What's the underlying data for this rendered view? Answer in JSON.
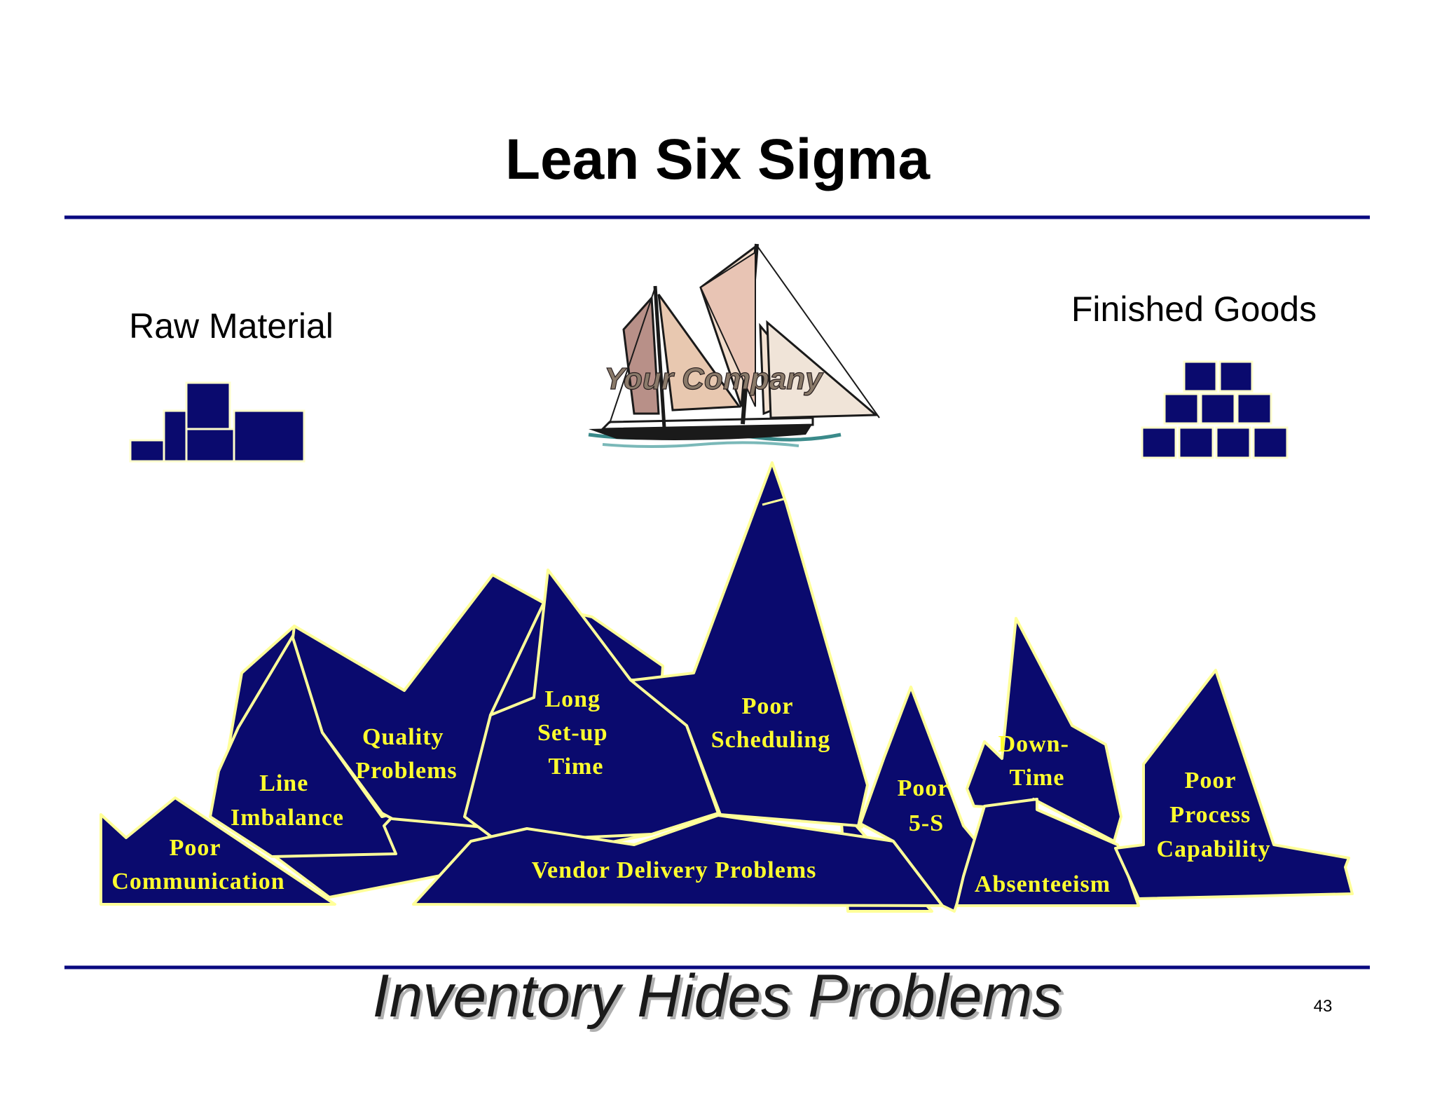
{
  "slide": {
    "title": "Lean Six Sigma",
    "left_label": "Raw Material",
    "right_label": "Finished Goods",
    "ship_label": "Your Company",
    "footer": "Inventory Hides Problems",
    "page_number": "43"
  },
  "rocks": [
    {
      "id": "poor-communication",
      "lines": [
        "Poor",
        "Communication"
      ]
    },
    {
      "id": "line-imbalance",
      "lines": [
        "Line",
        "Imbalance"
      ]
    },
    {
      "id": "quality-problems",
      "lines": [
        "Quality",
        "Problems"
      ]
    },
    {
      "id": "long-setup-time",
      "lines": [
        "Long",
        "Set-up",
        "Time"
      ]
    },
    {
      "id": "poor-scheduling",
      "lines": [
        "Poor",
        "Scheduling"
      ]
    },
    {
      "id": "vendor-delivery-problems",
      "lines": [
        "Vendor Delivery Problems"
      ]
    },
    {
      "id": "poor-5s",
      "lines": [
        "Poor",
        "5-S"
      ]
    },
    {
      "id": "down-time",
      "lines": [
        "Down-",
        "Time"
      ]
    },
    {
      "id": "absenteeism",
      "lines": [
        "Absenteeism"
      ]
    },
    {
      "id": "poor-process-capability",
      "lines": [
        "Poor",
        "Process",
        "Capability"
      ]
    }
  ],
  "colors": {
    "rock_fill": "#0a0a6e",
    "rock_outline": "#ffff99",
    "rock_text": "#ffff2e",
    "rule": "#0a0a80"
  }
}
